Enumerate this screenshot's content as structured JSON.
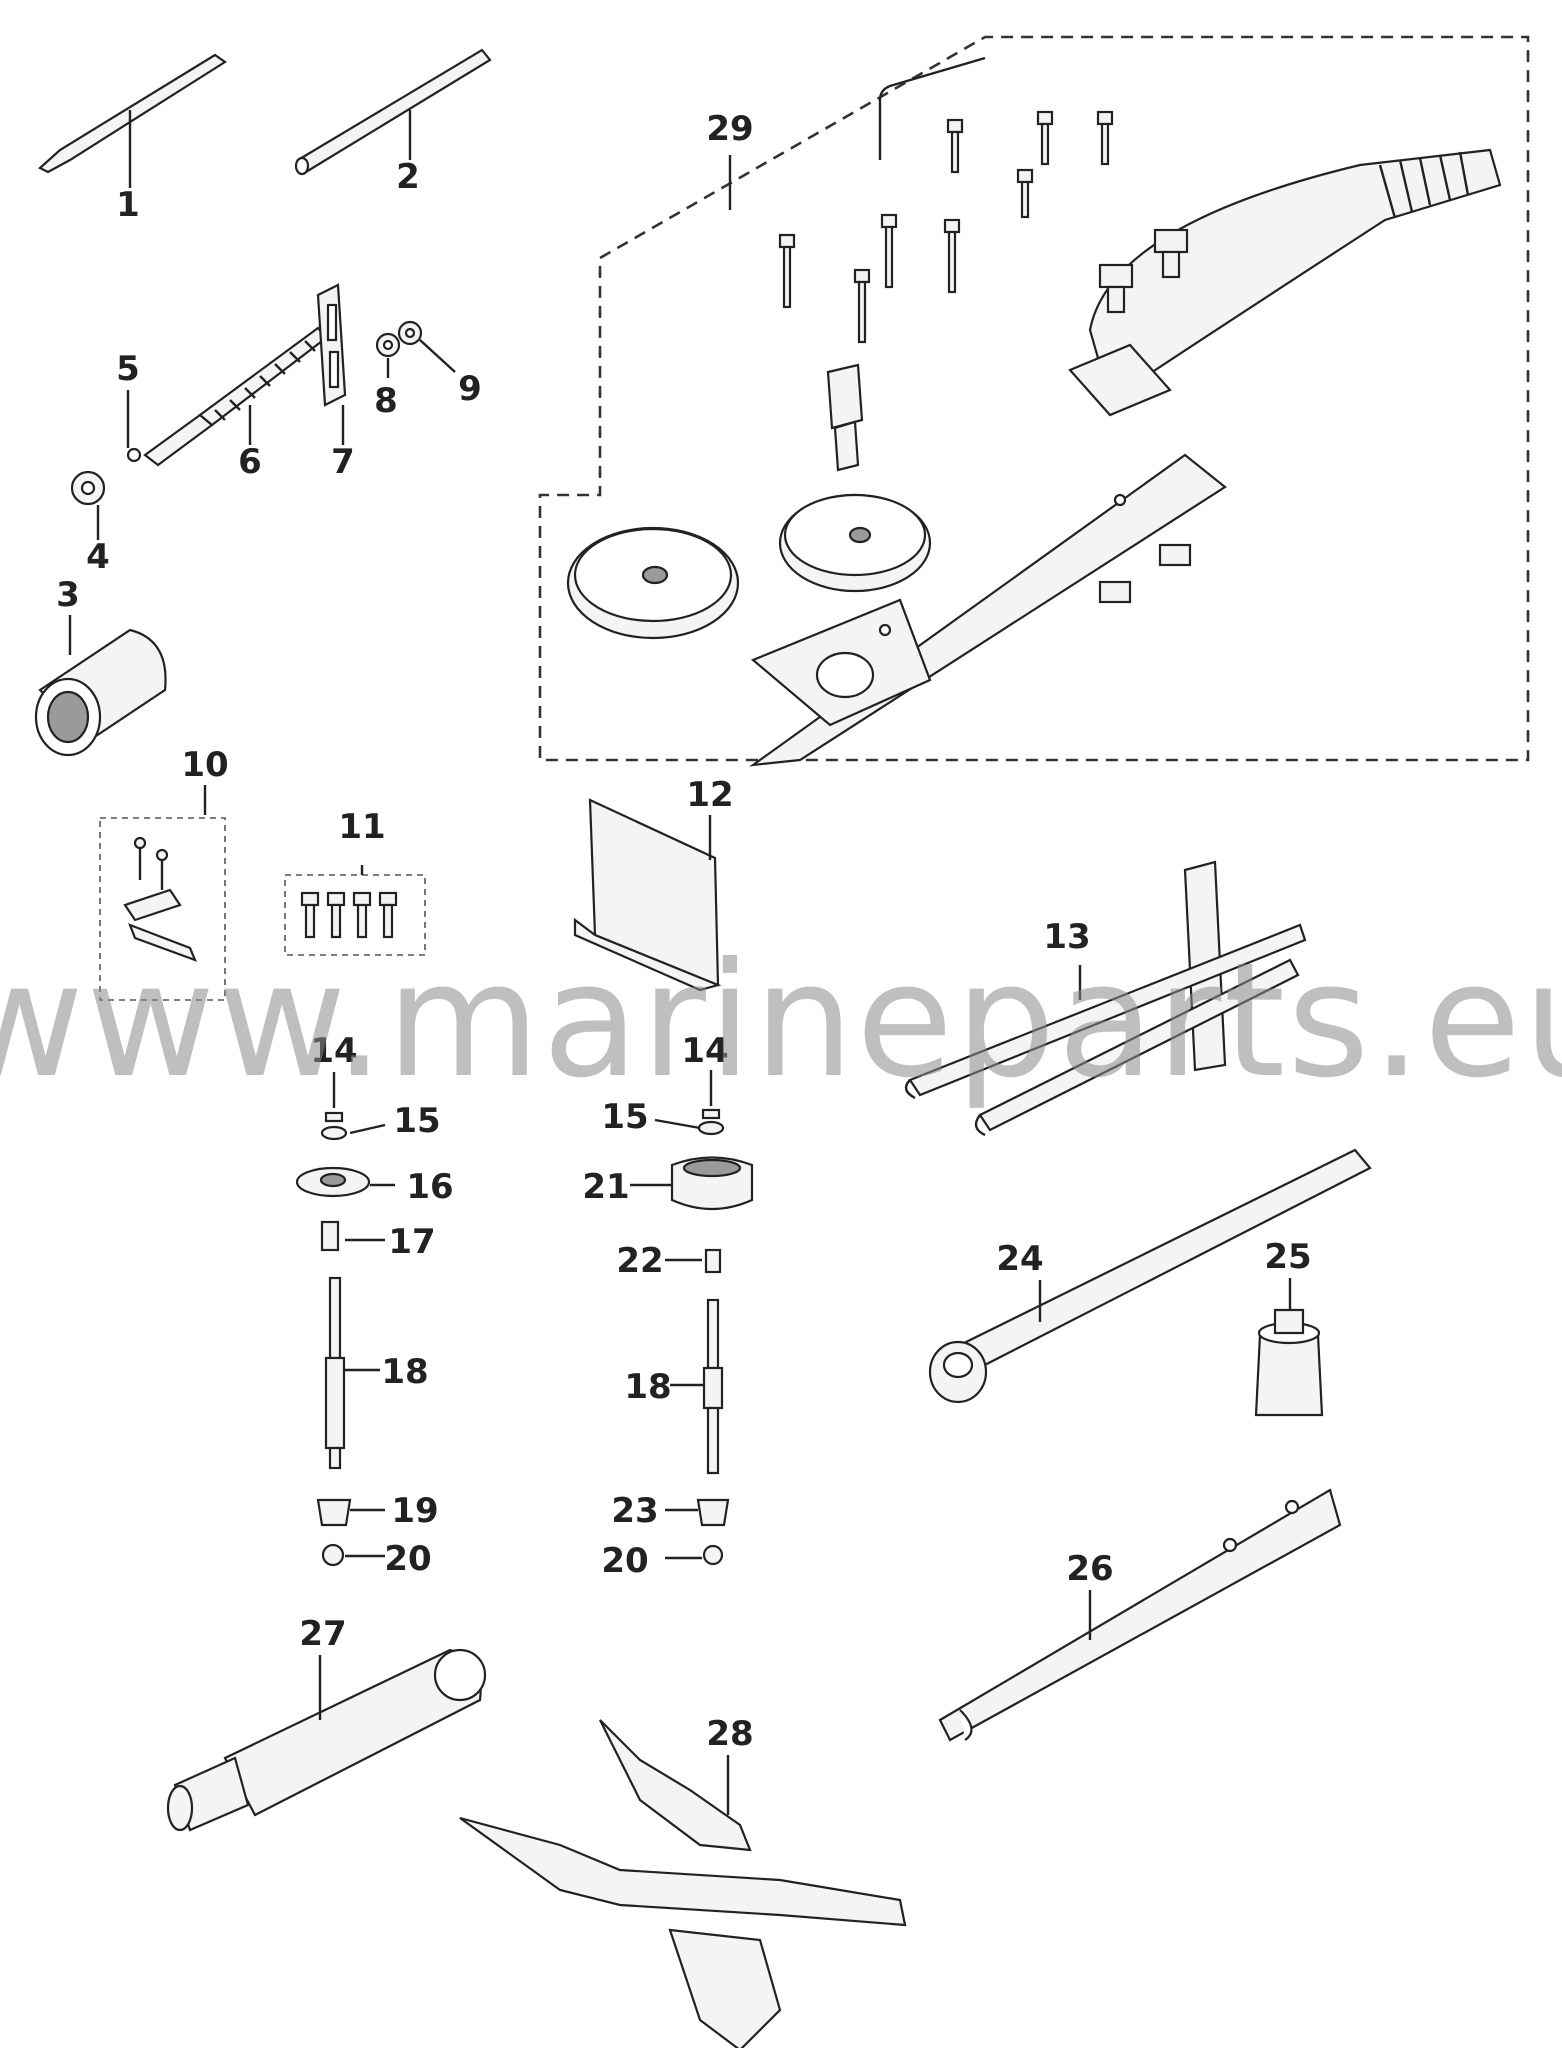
{
  "callouts": {
    "c1": "1",
    "c2": "2",
    "c3": "3",
    "c4": "4",
    "c5": "5",
    "c6": "6",
    "c7": "7",
    "c8": "8",
    "c9": "9",
    "c10": "10",
    "c11": "11",
    "c12": "12",
    "c13": "13",
    "c14a": "14",
    "c14b": "14",
    "c15a": "15",
    "c15b": "15",
    "c16": "16",
    "c17": "17",
    "c18a": "18",
    "c18b": "18",
    "c19": "19",
    "c20a": "20",
    "c20b": "20",
    "c21": "21",
    "c22": "22",
    "c23": "23",
    "c24": "24",
    "c25": "25",
    "c26": "26",
    "c27": "27",
    "c28": "28",
    "c29": "29"
  },
  "watermark": "www.marineparts.eu"
}
